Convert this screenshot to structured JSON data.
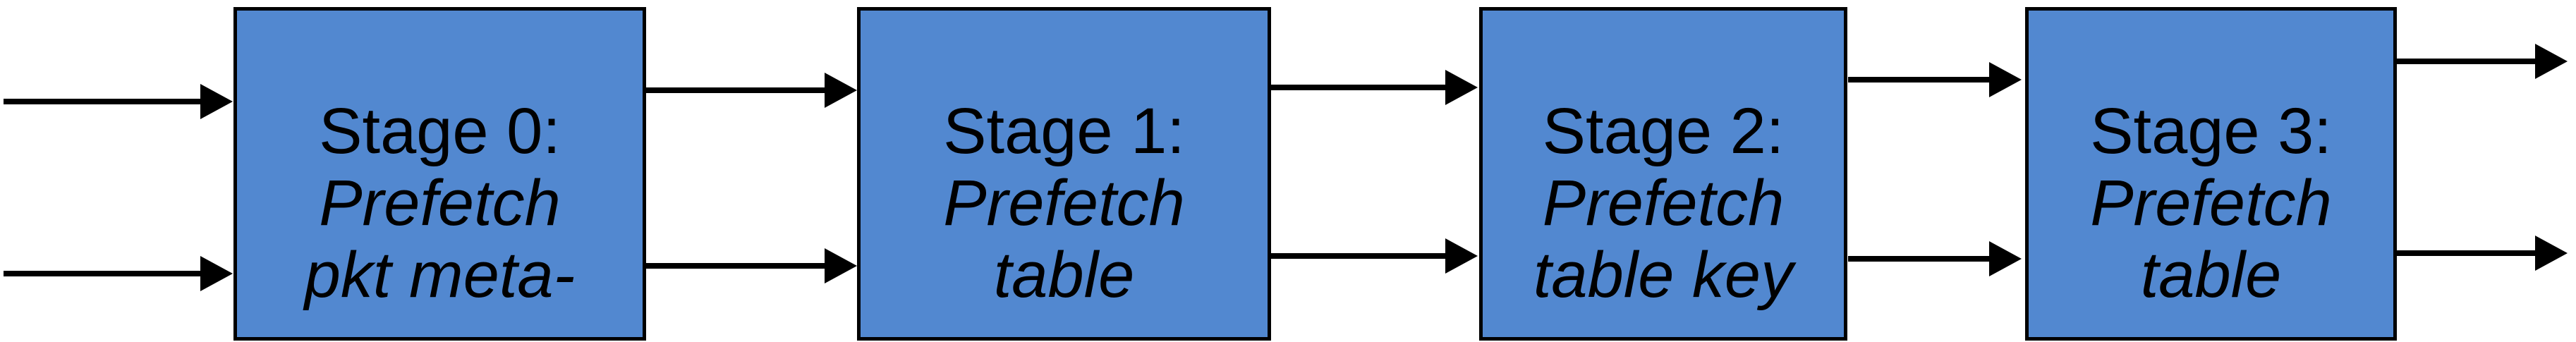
{
  "diagram": {
    "type": "pipeline",
    "stage_count": 4
  },
  "stages": [
    {
      "title": "Stage 0:",
      "subtitle_lines": [
        "Prefetch",
        "pkt meta-"
      ]
    },
    {
      "title": "Stage 1:",
      "subtitle_lines": [
        "Prefetch",
        "table"
      ]
    },
    {
      "title": "Stage 2:",
      "subtitle_lines": [
        "Prefetch",
        "table key"
      ]
    },
    {
      "title": "Stage 3:",
      "subtitle_lines": [
        "Prefetch",
        "table"
      ]
    }
  ],
  "colors": {
    "box_fill": "#5288d0",
    "box_border": "#000000",
    "arrow": "#000000",
    "background": "#ffffff",
    "text": "#000000"
  }
}
